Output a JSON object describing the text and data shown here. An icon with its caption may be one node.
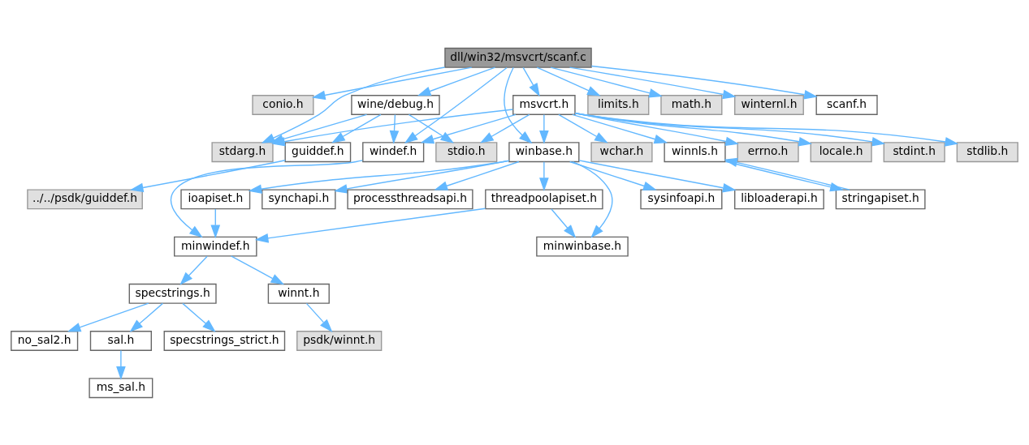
{
  "diagram": {
    "nodes": [
      {
        "text": [
          "dll/win32/msvcrt/scanf.c"
        ]
      },
      {
        "text": [
          "conio.h"
        ]
      },
      {
        "text": [
          "wine/debug.h"
        ]
      },
      {
        "text": [
          "msvcrt.h"
        ]
      },
      {
        "text": [
          "limits.h"
        ]
      },
      {
        "text": [
          "math.h"
        ]
      },
      {
        "text": [
          "winternl.h"
        ]
      },
      {
        "text": [
          "scanf.h"
        ]
      },
      {
        "text": [
          "stdarg.h"
        ]
      },
      {
        "text": [
          "guiddef.h"
        ]
      },
      {
        "text": [
          "stdio.h"
        ]
      },
      {
        "text": [
          "windef.h"
        ]
      },
      {
        "text": [
          "winbase.h"
        ]
      },
      {
        "text": [
          "stdint.h"
        ]
      },
      {
        "text": [
          "stdlib.h"
        ]
      },
      {
        "text": [
          "wchar.h"
        ]
      },
      {
        "text": [
          "winnls.h"
        ]
      },
      {
        "text": [
          "errno.h"
        ]
      },
      {
        "text": [
          "locale.h"
        ]
      },
      {
        "text": [
          "../../psdk/guiddef.h"
        ]
      },
      {
        "text": [
          "sysinfoapi.h"
        ]
      },
      {
        "text": [
          "libloaderapi.h"
        ]
      },
      {
        "text": [
          "synchapi.h"
        ]
      },
      {
        "text": [
          "ioapiset.h"
        ]
      },
      {
        "text": [
          "threadpoolapiset.h"
        ]
      },
      {
        "text": [
          "processthreadsapi.h"
        ]
      },
      {
        "text": [
          "stringapiset.h"
        ]
      },
      {
        "text": [
          "minwindef.h"
        ]
      },
      {
        "text": [
          "minwinbase.h"
        ]
      },
      {
        "text": [
          "specstrings.h"
        ]
      },
      {
        "text": [
          "winnt.h"
        ]
      },
      {
        "text": [
          "specstrings_strict.h"
        ]
      },
      {
        "text": [
          "no_sal2.h"
        ]
      },
      {
        "text": [
          "sal.h"
        ]
      },
      {
        "text": [
          "psdk/winnt.h"
        ]
      },
      {
        "text": [
          "ms_sal.h"
        ]
      }
    ],
    "edges": [
      {
        "from": 0,
        "to": 1,
        "arrow": "to"
      },
      {
        "from": 0,
        "to": 8,
        "arrow": "to"
      },
      {
        "from": 0,
        "to": 2,
        "arrow": "to"
      },
      {
        "from": 0,
        "to": 11,
        "arrow": "to"
      },
      {
        "from": 0,
        "to": 12,
        "arrow": "to"
      },
      {
        "from": 0,
        "to": 3,
        "arrow": "to"
      },
      {
        "from": 0,
        "to": 4,
        "arrow": "to"
      },
      {
        "from": 0,
        "to": 5,
        "arrow": "to"
      },
      {
        "from": 0,
        "to": 6,
        "arrow": "to"
      },
      {
        "from": 0,
        "to": 7,
        "arrow": "to"
      },
      {
        "from": 2,
        "to": 8,
        "arrow": "to"
      },
      {
        "from": 2,
        "to": 9,
        "arrow": "to"
      },
      {
        "from": 2,
        "to": 10,
        "arrow": "to"
      },
      {
        "from": 2,
        "to": 11,
        "arrow": "to"
      },
      {
        "from": 3,
        "to": 8,
        "arrow": "to"
      },
      {
        "from": 3,
        "to": 10,
        "arrow": "to"
      },
      {
        "from": 3,
        "to": 11,
        "arrow": "to"
      },
      {
        "from": 3,
        "to": 12,
        "arrow": "to"
      },
      {
        "from": 3,
        "to": 13,
        "arrow": "to"
      },
      {
        "from": 3,
        "to": 14,
        "arrow": "to"
      },
      {
        "from": 3,
        "to": 15,
        "arrow": "to"
      },
      {
        "from": 3,
        "to": 16,
        "arrow": "to"
      },
      {
        "from": 3,
        "to": 17,
        "arrow": "to"
      },
      {
        "from": 3,
        "to": 18,
        "arrow": "to"
      },
      {
        "from": 9,
        "to": 19,
        "arrow": "to"
      },
      {
        "from": 11,
        "to": 27,
        "arrow": "to"
      },
      {
        "from": 12,
        "to": 20,
        "arrow": "to"
      },
      {
        "from": 12,
        "to": 21,
        "arrow": "to"
      },
      {
        "from": 12,
        "to": 22,
        "arrow": "to"
      },
      {
        "from": 12,
        "to": 23,
        "arrow": "to"
      },
      {
        "from": 12,
        "to": 24,
        "arrow": "to"
      },
      {
        "from": 12,
        "to": 25,
        "arrow": "to"
      },
      {
        "from": 12,
        "to": 28,
        "arrow": "to"
      },
      {
        "from": 16,
        "to": 26,
        "arrow": "to"
      },
      {
        "from": 26,
        "to": 16,
        "arrow": "to"
      },
      {
        "from": 23,
        "to": 27,
        "arrow": "to"
      },
      {
        "from": 24,
        "to": 27,
        "arrow": "to"
      },
      {
        "from": 24,
        "to": 28,
        "arrow": "to"
      },
      {
        "from": 27,
        "to": 29,
        "arrow": "to"
      },
      {
        "from": 27,
        "to": 30,
        "arrow": "to"
      },
      {
        "from": 29,
        "to": 31,
        "arrow": "to"
      },
      {
        "from": 29,
        "to": 32,
        "arrow": "to"
      },
      {
        "from": 29,
        "to": 33,
        "arrow": "to"
      },
      {
        "from": 30,
        "to": 34,
        "arrow": "to"
      },
      {
        "from": 33,
        "to": 35,
        "arrow": "to"
      }
    ]
  }
}
